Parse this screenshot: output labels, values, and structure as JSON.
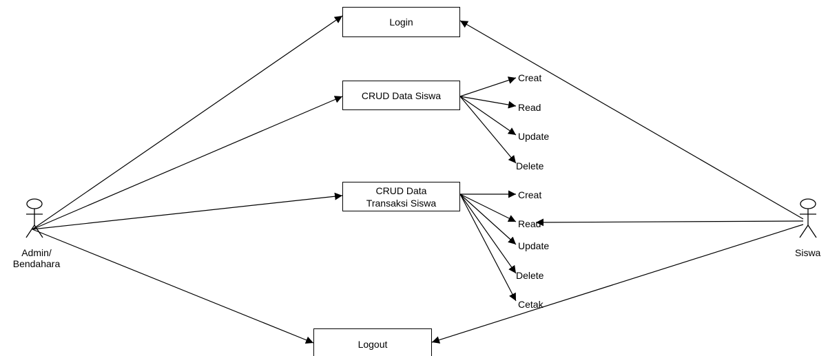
{
  "actors": {
    "admin": {
      "line1": "Admin/",
      "line2": "Bendahara"
    },
    "siswa": {
      "name": "Siswa"
    }
  },
  "use_cases": {
    "login": "Login",
    "crud_siswa": "CRUD Data Siswa",
    "crud_transaksi_line1": "CRUD Data",
    "crud_transaksi_line2": "Transaksi Siswa",
    "logout": "Logout"
  },
  "siswa_ops": [
    "Creat",
    "Read",
    "Update",
    "Delete"
  ],
  "transaksi_ops": [
    "Creat",
    "Read",
    "Update",
    "Delete",
    "Cetak"
  ],
  "colors": {
    "stroke": "#000000",
    "background": "#ffffff"
  }
}
